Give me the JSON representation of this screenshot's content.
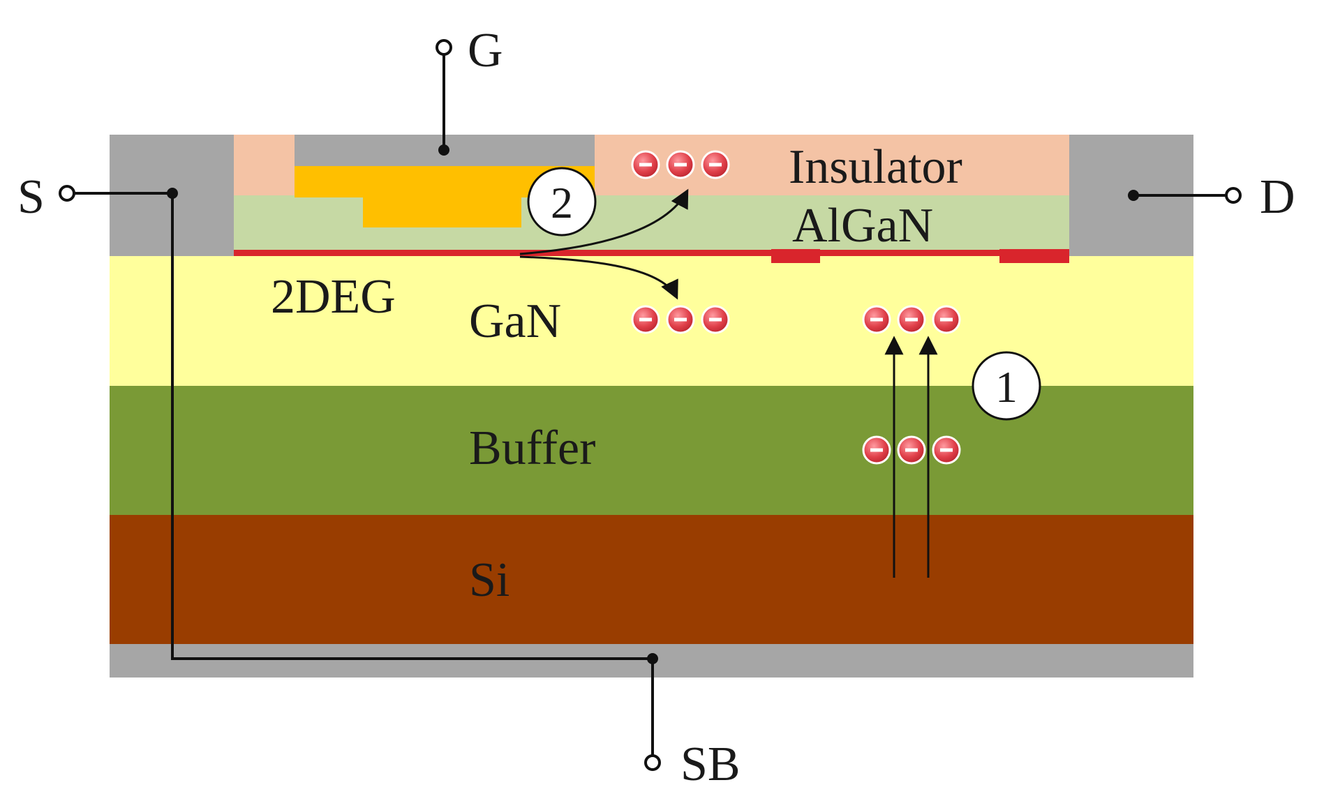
{
  "terminals": {
    "gate": "G",
    "source": "S",
    "drain": "D",
    "substrate": "SB"
  },
  "layers": {
    "insulator": "Insulator",
    "algan": "AlGaN",
    "channel": "2DEG",
    "gan": "GaN",
    "buffer": "Buffer",
    "si": "Si"
  },
  "markers": {
    "one": "1",
    "two": "2"
  },
  "colors": {
    "metal": "#a6a6a6",
    "insulator": "#f4c3a5",
    "algan": "#c6d9a4",
    "gate_metal": "#ffbf00",
    "channel": "#d9252c",
    "gan": "#ffff9c",
    "buffer": "#7a9a36",
    "si": "#993d00",
    "electron": "#e0404a"
  }
}
